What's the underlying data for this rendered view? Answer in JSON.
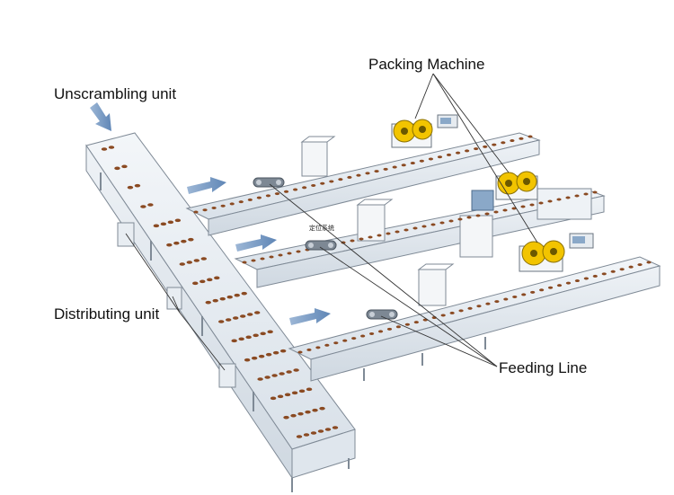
{
  "labels": {
    "unscrambling_unit": "Unscrambling unit",
    "distributing_unit": "Distributing unit",
    "packing_machine": "Packing Machine",
    "feeding_line": "Feeding Line",
    "positioning_system_cn": "定位系统"
  },
  "colors": {
    "frame": "#e6ecf2",
    "frame_stroke": "#7f8a96",
    "product": "#8a4a22",
    "arrow": "#6f94c0",
    "wheel": "#f2c400",
    "machine": "#f4f6f8"
  },
  "line_count": 3,
  "packing_machine_count": 3
}
